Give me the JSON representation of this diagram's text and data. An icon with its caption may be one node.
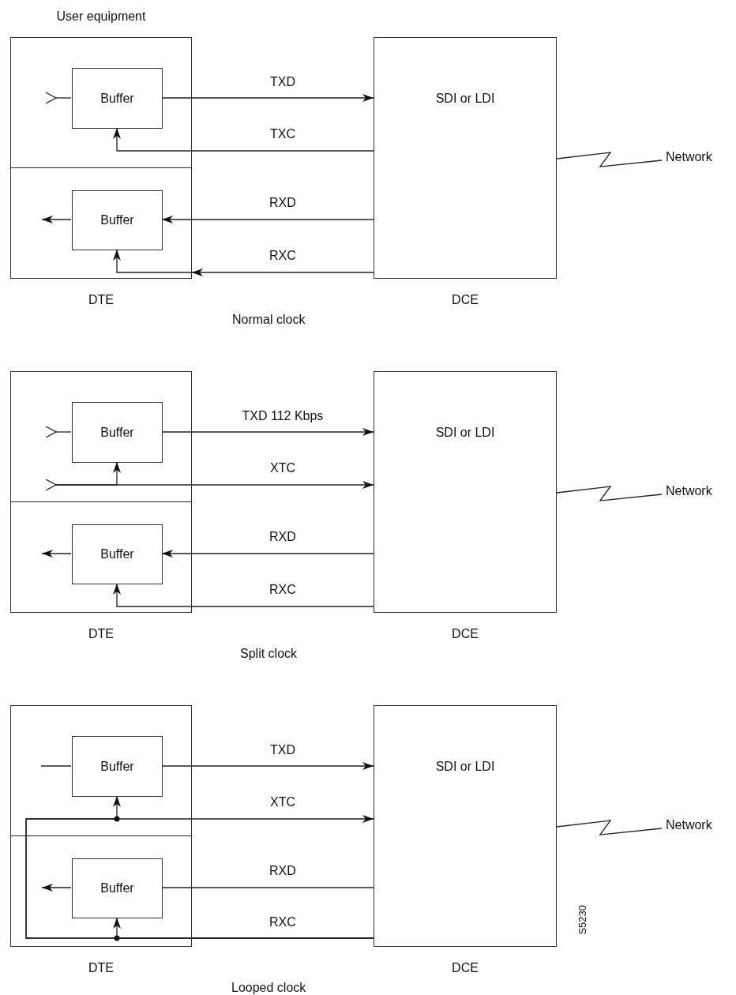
{
  "diagram": {
    "nodes": [
      {
        "text": [
          "DTE"
        ]
      },
      {
        "text": [
          "Buffer"
        ],
        "in": 0
      },
      {
        "text": [
          "Buffer"
        ],
        "in": 0
      },
      {
        "text": [
          "SDI or LDI",
          "DCE"
        ]
      },
      {
        "text": [
          "Network"
        ]
      },
      {
        "text": [
          "DTE"
        ]
      },
      {
        "text": [
          "Buffer"
        ],
        "in": 5
      },
      {
        "text": [
          "Buffer"
        ],
        "in": 5
      },
      {
        "text": [
          "SDI or LDI",
          "DCE"
        ]
      },
      {
        "text": [
          "Network"
        ]
      },
      {
        "text": [
          "DTE"
        ]
      },
      {
        "text": [
          "Buffer"
        ],
        "in": 10
      },
      {
        "text": [
          "Buffer"
        ],
        "in": 10
      },
      {
        "text": [
          "SDI or LDI",
          "DCE"
        ]
      },
      {
        "text": [
          "Network"
        ]
      }
    ],
    "edges": [
      {
        "from": null,
        "to": 1,
        "arrow": "other"
      },
      {
        "from": 1,
        "to": 3,
        "label": "TXD",
        "arrow": "to"
      },
      {
        "from": 3,
        "to": 1,
        "label": "TXC",
        "arrow": "to"
      },
      {
        "from": 2,
        "to": null,
        "arrow": "to"
      },
      {
        "from": 3,
        "to": 2,
        "label": "RXD",
        "arrow": "to"
      },
      {
        "from": 3,
        "to": 2,
        "label": "RXC",
        "arrow": "to"
      },
      {
        "from": 3,
        "to": 4,
        "arrow": "none"
      },
      {
        "from": null,
        "to": 6,
        "arrow": "other"
      },
      {
        "from": 6,
        "to": 8,
        "label": "TXD 112 Kbps",
        "arrow": "to"
      },
      {
        "from": null,
        "to": 8,
        "label": "XTC",
        "arrow": "to"
      },
      {
        "from": null,
        "to": 6,
        "arrow": "to"
      },
      {
        "from": 7,
        "to": null,
        "arrow": "to"
      },
      {
        "from": 8,
        "to": 7,
        "label": "RXD",
        "arrow": "to"
      },
      {
        "from": 8,
        "to": 7,
        "label": "RXC",
        "arrow": "to"
      },
      {
        "from": 8,
        "to": 9,
        "arrow": "none"
      },
      {
        "from": null,
        "to": 11,
        "arrow": "none"
      },
      {
        "from": 11,
        "to": 13,
        "label": "TXD",
        "arrow": "to"
      },
      {
        "from": 13,
        "to": 13,
        "label": "XTC",
        "arrow": "to"
      },
      {
        "from": 13,
        "to": 11,
        "arrow": "to"
      },
      {
        "from": 12,
        "to": null,
        "arrow": "to"
      },
      {
        "from": 13,
        "to": 12,
        "label": "RXD",
        "arrow": "none"
      },
      {
        "from": 13,
        "to": 12,
        "label": "RXC",
        "arrow": "to"
      },
      {
        "from": 13,
        "to": 14,
        "arrow": "none"
      }
    ],
    "labels": [
      "User equipment",
      "Normal clock",
      "Split clock",
      "Looped clock",
      "S5230"
    ]
  }
}
